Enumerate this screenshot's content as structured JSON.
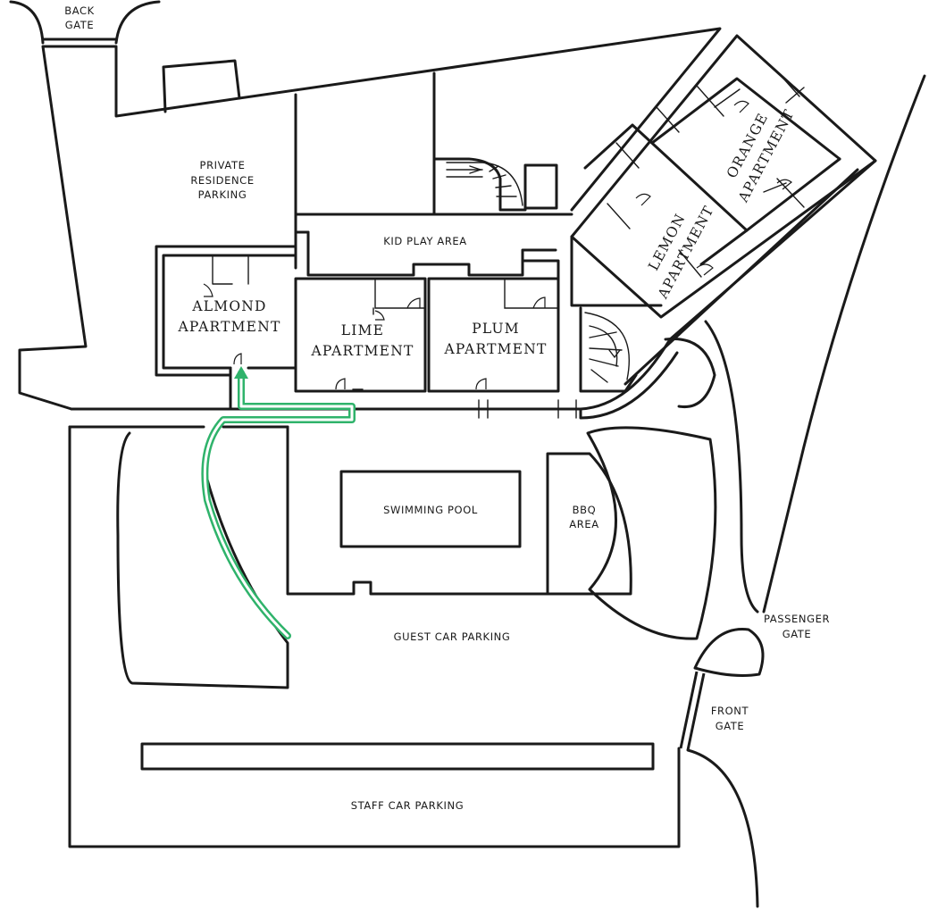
{
  "route_color": "#2fb36b",
  "line_color": "#1a1a1a",
  "labels": {
    "back_gate": [
      "BACK",
      "GATE"
    ],
    "private_parking": [
      "PRIVATE",
      "RESIDENCE",
      "PARKING"
    ],
    "kid_play_area": "KID PLAY AREA",
    "almond": [
      "ALMOND",
      "APARTMENT"
    ],
    "lime": [
      "LIME",
      "APARTMENT"
    ],
    "plum": [
      "PLUM",
      "APARTMENT"
    ],
    "lemon": [
      "LEMON",
      "APARTMENT"
    ],
    "orange": [
      "ORANGE",
      "APARTMENT"
    ],
    "swimming_pool": "SWIMMING POOL",
    "bbq_area": [
      "BBQ",
      "AREA"
    ],
    "guest_parking": "GUEST CAR PARKING",
    "passenger_gate": [
      "PASSENGER",
      "GATE"
    ],
    "front_gate": [
      "FRONT",
      "GATE"
    ],
    "staff_parking": "STAFF CAR PARKING"
  }
}
